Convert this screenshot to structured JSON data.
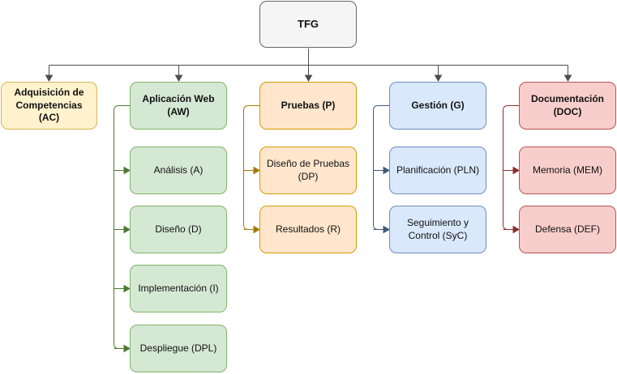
{
  "diagram": {
    "root": {
      "id": "tfg",
      "label": "TFG"
    },
    "branches": [
      {
        "id": "ac",
        "label": "Adquisición de\nCompetencias (AC)",
        "fill": "#fff2cc",
        "stroke": "#d6b656",
        "line": "#d6b656",
        "children": []
      },
      {
        "id": "aw",
        "label": "Aplicación Web\n(AW)",
        "fill": "#d5e8d4",
        "stroke": "#82b366",
        "line": "#4d7a33",
        "children": [
          {
            "id": "aw-analisis",
            "label": "Análisis (A)"
          },
          {
            "id": "aw-diseno",
            "label": "Diseño (D)"
          },
          {
            "id": "aw-implementacion",
            "label": "Implementación (I)"
          },
          {
            "id": "aw-despliegue",
            "label": "Despliegue (DPL)"
          }
        ]
      },
      {
        "id": "p",
        "label": "Pruebas (P)",
        "fill": "#ffe6cc",
        "stroke": "#d79b00",
        "line": "#a37a00",
        "children": [
          {
            "id": "p-diseno-pruebas",
            "label": "Diseño de Pruebas\n(DP)"
          },
          {
            "id": "p-resultados",
            "label": "Resultados (R)"
          }
        ]
      },
      {
        "id": "g",
        "label": "Gestión (G)",
        "fill": "#dae8fc",
        "stroke": "#6c8ebf",
        "line": "#3f5a7a",
        "children": [
          {
            "id": "g-planificacion",
            "label": "Planificación (PLN)"
          },
          {
            "id": "g-seguimiento",
            "label": "Seguimiento y\nControl (SyC)"
          }
        ]
      },
      {
        "id": "doc",
        "label": "Documentación\n(DOC)",
        "fill": "#f8cecc",
        "stroke": "#b85450",
        "line": "#8b2e2a",
        "children": [
          {
            "id": "doc-memoria",
            "label": "Memoria (MEM)"
          },
          {
            "id": "doc-defensa",
            "label": "Defensa (DEF)"
          }
        ]
      }
    ]
  },
  "colors": {
    "root_fill": "#f5f5f5",
    "root_stroke": "#666666",
    "root_line": "#4d4d4d"
  }
}
